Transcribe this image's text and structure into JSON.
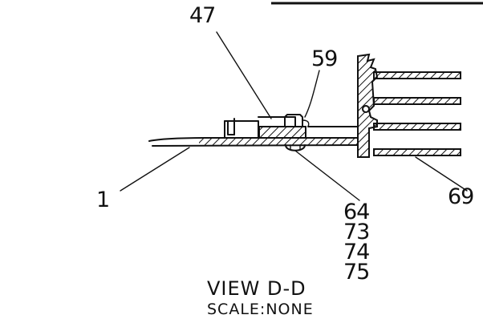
{
  "callouts": {
    "c47": "47",
    "c59": "59",
    "c1": "1",
    "c64": "64",
    "c73": "73",
    "c74": "74",
    "c75": "75",
    "c69": "69"
  },
  "view": {
    "title": "VIEW D-D",
    "scale": "SCALE:NONE"
  },
  "colors": {
    "ink": "#111111",
    "paper": "#ffffff"
  }
}
